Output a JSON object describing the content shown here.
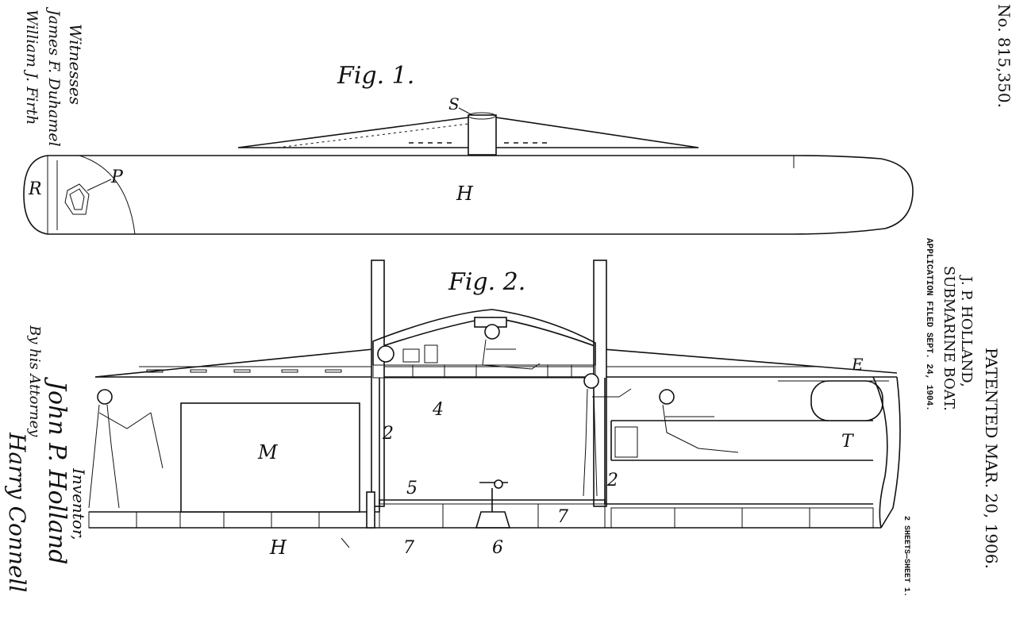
{
  "header": {
    "patent_number": "No. 815,350.",
    "patented": "PATENTED MAR. 20, 1906.",
    "inventor_name": "J. P. HOLLAND,",
    "title": "SUBMARINE BOAT.",
    "application": "APPLICATION FILED SEPT. 24, 1904.",
    "sheets": "2 SHEETS—SHEET 1."
  },
  "witnesses": {
    "label": "Witnesses",
    "names": [
      "James F. Duhamel",
      "William J. Firth"
    ]
  },
  "inventor_block": {
    "label": "Inventor,",
    "signature": "John P. Holland",
    "attorney_label": "By his Attorney",
    "attorney_signature": "Harry Connell"
  },
  "figure1": {
    "title": "Fig. 1.",
    "labels": {
      "S": "S",
      "P": "P",
      "R": "R",
      "H": "H"
    }
  },
  "figure2": {
    "title": "Fig. 2.",
    "labels": {
      "E": "E",
      "four": "4",
      "M": "M",
      "two_a": "2",
      "two_b": "2",
      "T": "T",
      "five": "5",
      "seven_a": "7",
      "seven_b": "7",
      "six": "6",
      "H": "H"
    }
  }
}
